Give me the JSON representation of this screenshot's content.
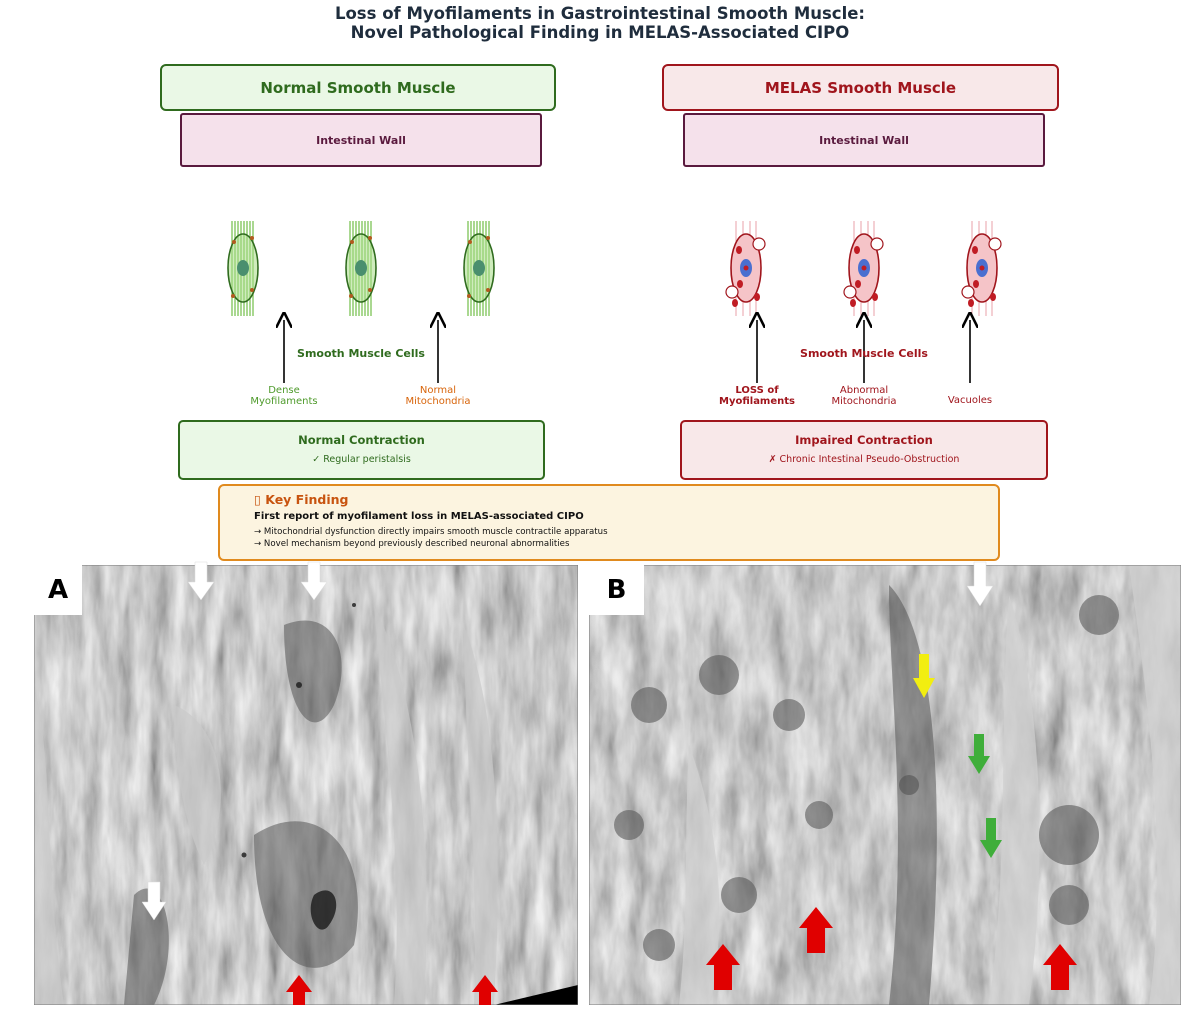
{
  "figure": {
    "title_line1": "Loss of Myofilaments in Gastrointestinal Smooth Muscle:",
    "title_line2": "Novel Pathological Finding in MELAS-Associated CIPO"
  },
  "normal": {
    "header": "Normal Smooth Muscle",
    "wall_label": "Intestinal Wall",
    "cells_label": "Smooth Muscle Cells",
    "annotation_1": "Dense\nMyofilaments",
    "annotation_2": "Normal\nMitochondria",
    "outcome_title": "Normal Contraction",
    "outcome_text": "✓ Regular peristalsis",
    "colors": {
      "primary": "#2f6b1e",
      "fill": "#eaf8e6",
      "cell": "#8ec96a",
      "mito": "#b35a1f"
    }
  },
  "melas": {
    "header": "MELAS Smooth Muscle",
    "wall_label": "Intestinal Wall",
    "cells_label": "Smooth Muscle Cells",
    "annotation_1": "LOSS of\nMyofilaments",
    "annotation_2": "Abnormal\nMitochondria",
    "annotation_3": "Vacuoles",
    "outcome_title": "Impaired Contraction",
    "outcome_text": "✗ Chronic Intestinal Pseudo-Obstruction",
    "colors": {
      "primary": "#a0151c",
      "fill": "#f8e8e9",
      "cell": "#f5c4c8",
      "nucleus": "#4a6fd0"
    }
  },
  "key_finding": {
    "title": "▯ Key Finding",
    "headline": "First report of myofilament loss in MELAS-associated CIPO",
    "point_1": "→ Mitochondrial dysfunction directly impairs smooth muscle contractile apparatus",
    "point_2": "→ Novel mechanism beyond previously described neuronal abnormalities",
    "colors": {
      "border": "#e08a1e",
      "title": "#c8530f"
    }
  },
  "panels": {
    "a_label": "A",
    "b_label": "B",
    "arrow_colors": {
      "white": "#ffffff",
      "red": "#e00000",
      "yellow": "#f2ee10",
      "green": "#3fae3a"
    }
  }
}
